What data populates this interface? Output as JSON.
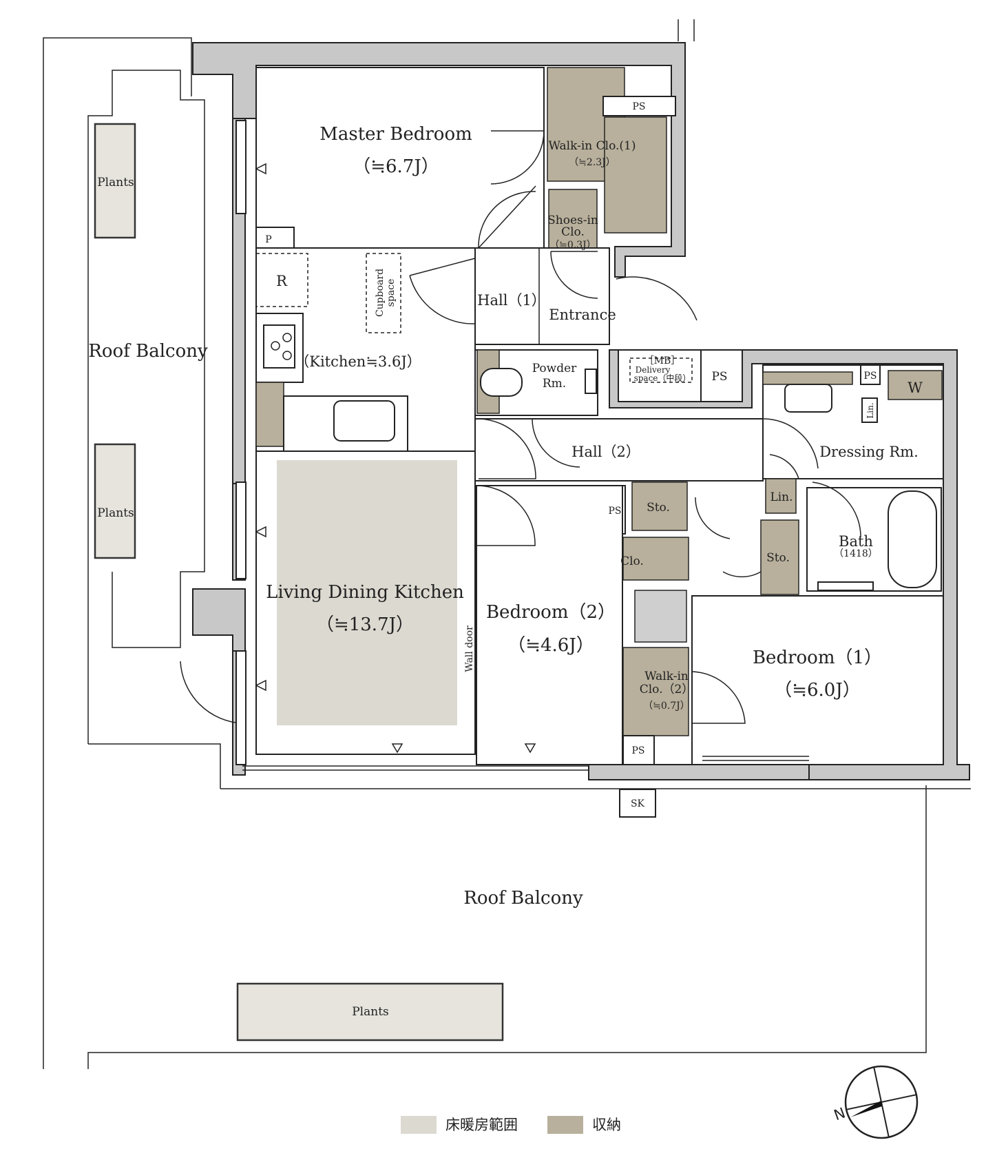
{
  "rooms": {
    "master_bedroom": {
      "name": "Master Bedroom",
      "size": "（≒6.7J）"
    },
    "walkin_clo_1": {
      "name": "Walk-in Clo.(1)",
      "size": "（≒2.3J）"
    },
    "ps": "PS",
    "shoes_in_clo": {
      "name1": "Shoes-in",
      "name2": "Clo.",
      "size": "（≒0.3J）"
    },
    "p": "P",
    "r": "R",
    "cupboard_space": {
      "line1": "Cupboard",
      "line2": "space"
    },
    "kitchen": "（Kitchen≒3.6J）",
    "hall_1": "Hall（1）",
    "entrance": "Entrance",
    "powder_rm": {
      "line1": "Powder",
      "line2": "Rm."
    },
    "mb_delivery": {
      "line1": "［MB］",
      "line2": "Delivery",
      "line3": "space（中段）"
    },
    "w": "W",
    "lin": "Lin.",
    "dressing_rm": "Dressing Rm.",
    "hall_2": "Hall（2）",
    "sto": "Sto.",
    "clo": "Clo.",
    "bath": {
      "name": "Bath",
      "size": "（1418）"
    },
    "living": {
      "name": "Living Dining Kitchen",
      "size": "（≒13.7J）"
    },
    "bedroom_2": {
      "name": "Bedroom（2）",
      "size": "（≒4.6J）"
    },
    "bedroom_1": {
      "name": "Bedroom（1）",
      "size": "（≒6.0J）"
    },
    "walkin_clo_2": {
      "line1": "Walk-in",
      "line2": "Clo.（2）",
      "size": "（≒0.7J）"
    },
    "wall_door": "Wall door",
    "sk": "SK"
  },
  "balcony": {
    "west_label": "Roof Balcony",
    "south_label": "Roof Balcony",
    "plants": "Plants"
  },
  "legend": {
    "floor_heating": {
      "label": "床暖房範囲",
      "color": "#dcd9d0"
    },
    "storage": {
      "label": "収納",
      "color": "#b8b09c"
    }
  },
  "compass": {
    "north": "N",
    "icon": "compass-icon"
  }
}
